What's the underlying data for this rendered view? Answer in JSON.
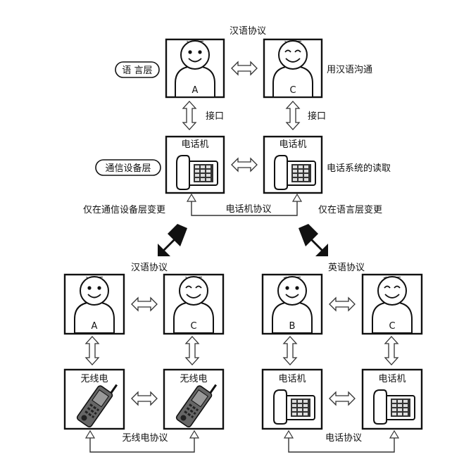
{
  "top": {
    "protocol_chinese": "汉语协议",
    "layer_language": "语 言层",
    "layer_device": "通信设备层",
    "interface_label": "接口",
    "note_chinese_comm": "用汉语沟通",
    "note_phone_system": "电话系统的读取",
    "phone_protocol": "电话机协议",
    "change_device": "仅在通信设备层变更",
    "change_language": "仅在语言层变更"
  },
  "persons": {
    "chinese": "汉语",
    "english": "英语",
    "A": "A",
    "B": "B",
    "C": "C"
  },
  "devices": {
    "phone": "电话机",
    "radio": "无线电"
  },
  "bottom_left": {
    "protocol": "汉语协议",
    "radio_protocol": "无线电协议"
  },
  "bottom_right": {
    "protocol": "英语协议",
    "phone_protocol": "电话协议"
  }
}
